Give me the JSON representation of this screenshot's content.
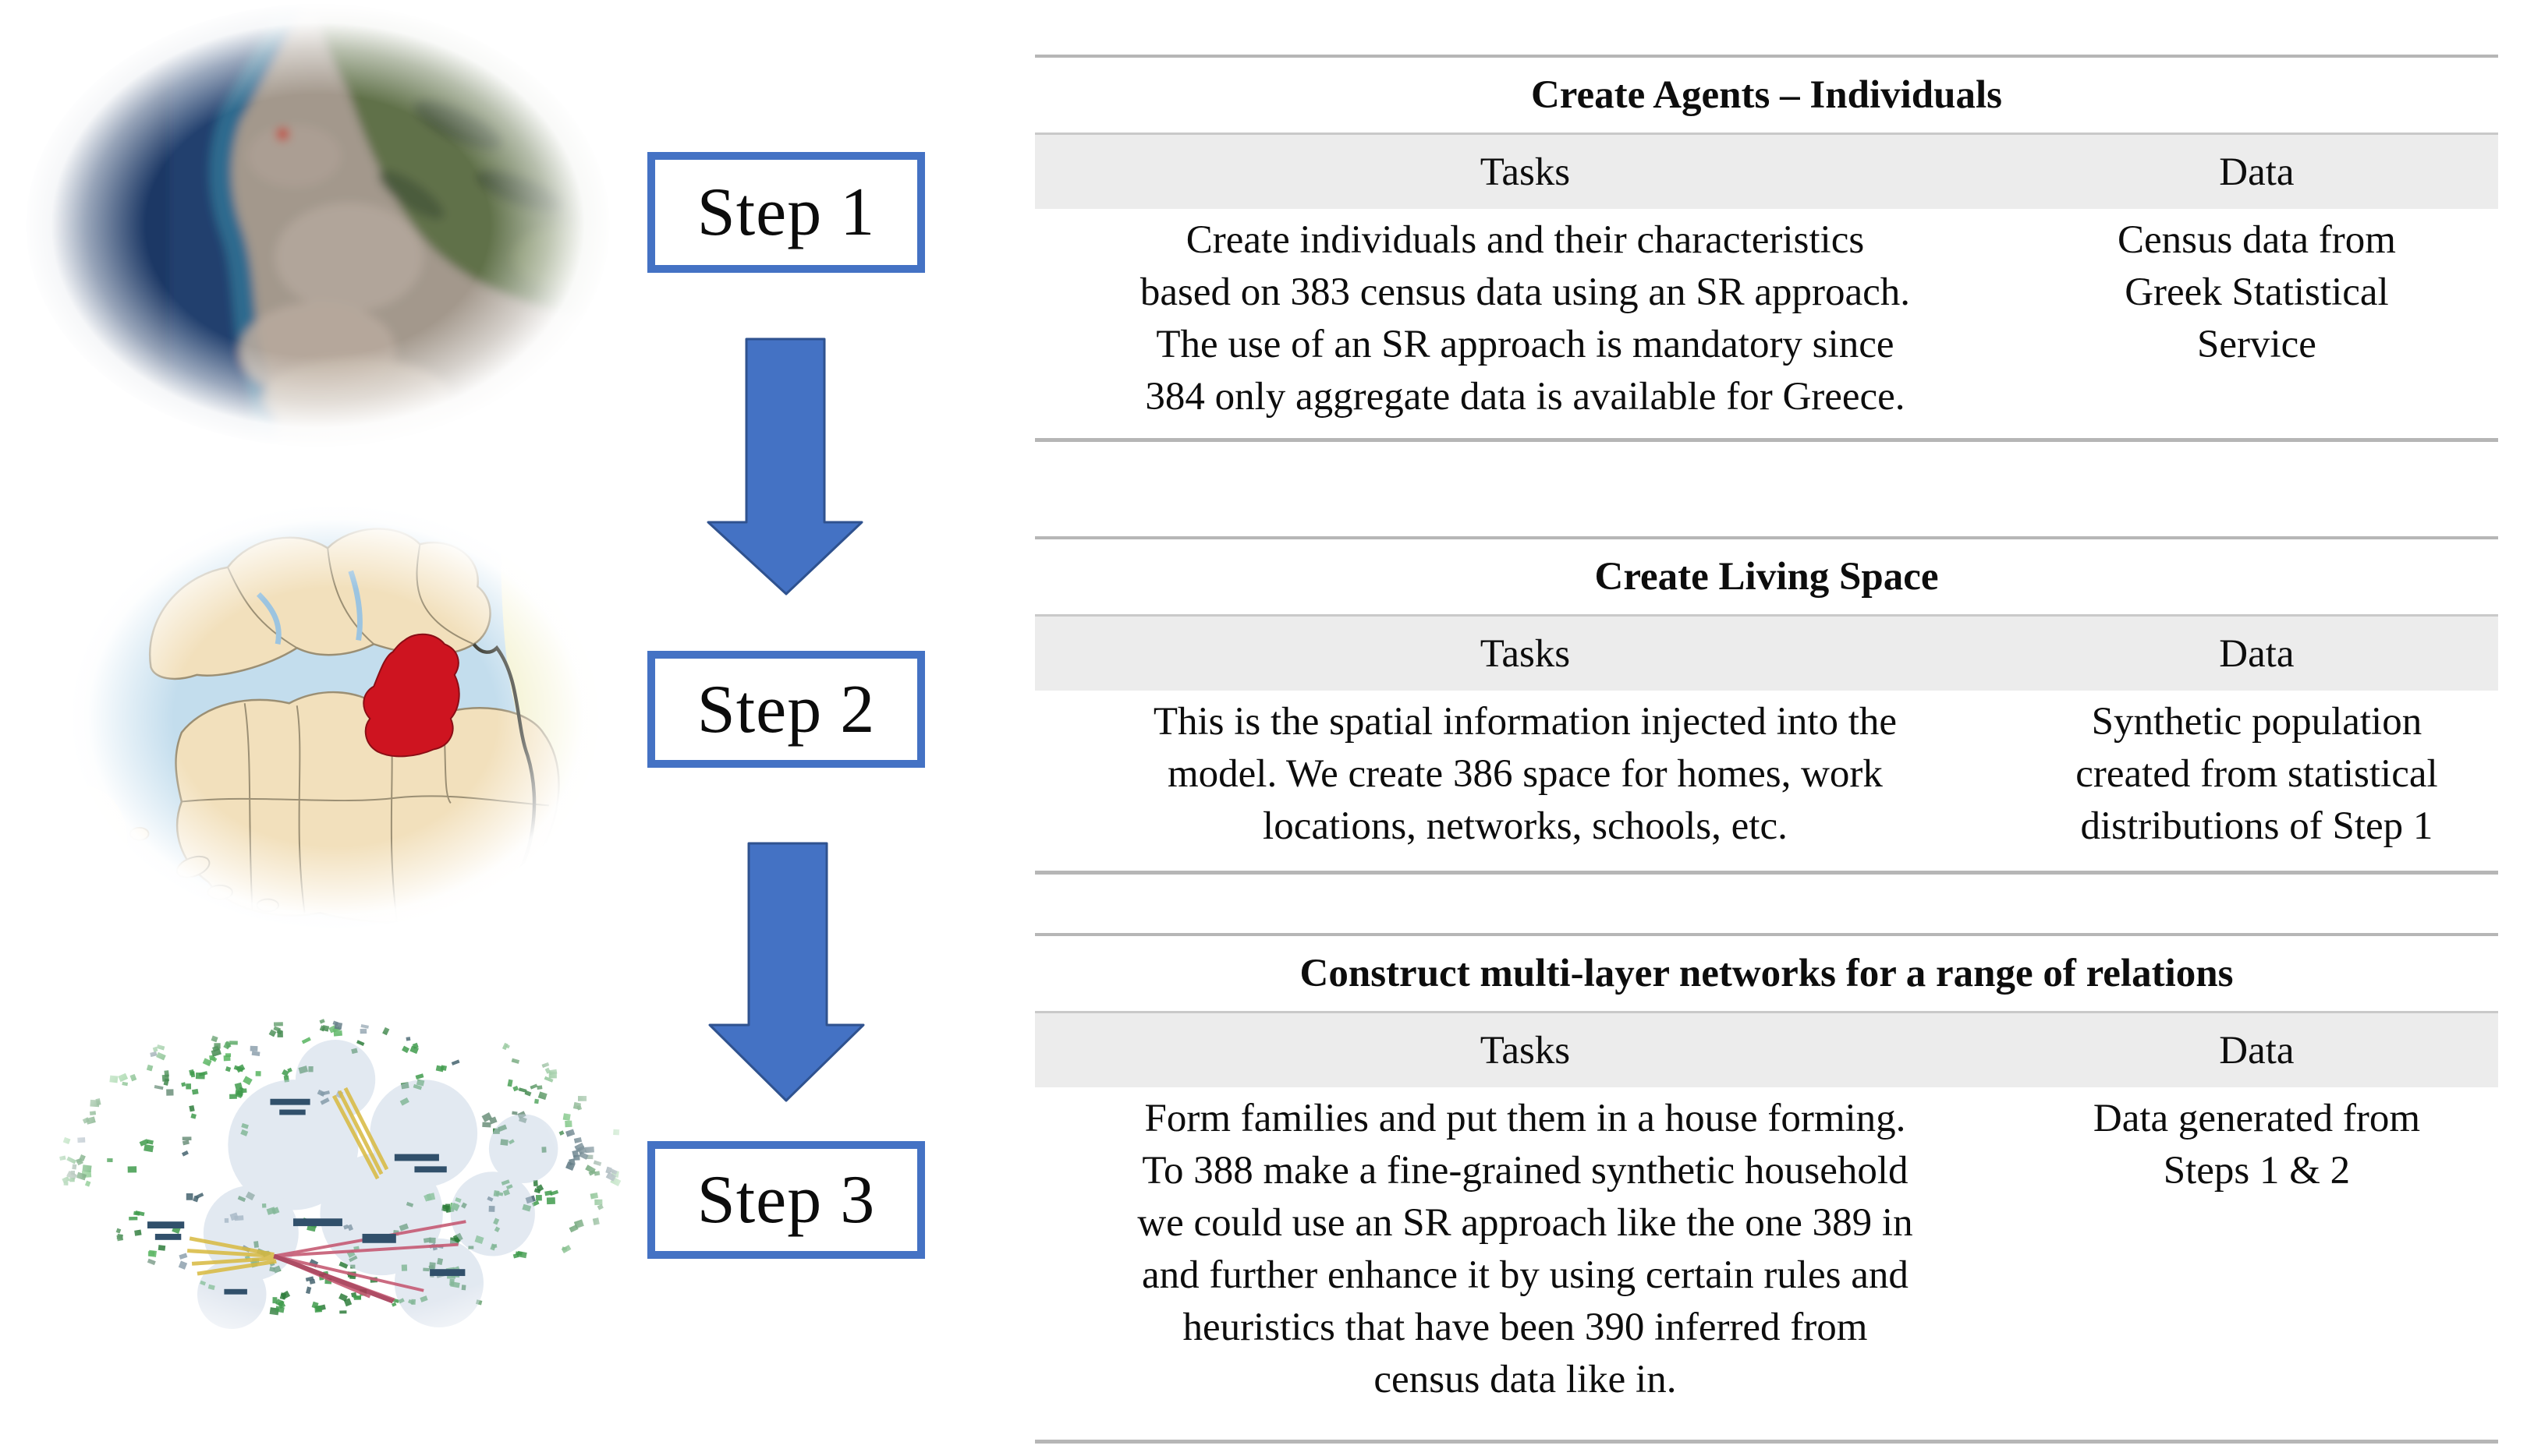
{
  "figure": {
    "steps": [
      {
        "label": "Step 1"
      },
      {
        "label": "Step 2"
      },
      {
        "label": "Step 3"
      }
    ],
    "tables": [
      {
        "title": "Create Agents – Individuals",
        "tasks_header": "Tasks",
        "data_header": "Data",
        "tasks_text": "Create individuals and their characteristics\nbased on 383 census data using an SR approach.\nThe use of an SR approach is mandatory since\n384 only aggregate data is available for Greece.",
        "data_text": "Census data from\nGreek Statistical\nService"
      },
      {
        "title": "Create Living Space",
        "tasks_header": "Tasks",
        "data_header": "Data",
        "tasks_text": "This is the spatial information injected into the\nmodel. We create 386 space for homes, work\nlocations, networks, schools, etc.",
        "data_text": "Synthetic population\ncreated from statistical\ndistributions of Step 1"
      },
      {
        "title": "Construct multi-layer networks for a range of relations",
        "tasks_header": "Tasks",
        "data_header": "Data",
        "tasks_text": "Form families and put them in a house forming.\nTo 388 make a fine-grained synthetic household\nwe could use an SR approach like the one 389 in\nand further enhance it by using certain rules and\nheuristics that have been 390 inferred from\ncensus data like in.",
        "data_text": "Data generated from\nSteps 1 & 2"
      }
    ],
    "images": [
      {
        "name": "satellite-coastal-city"
      },
      {
        "name": "region-map-red-highlight"
      },
      {
        "name": "multilayer-network-graph"
      }
    ],
    "colors": {
      "accent_blue": "#4472C4",
      "arrow_outline": "#2F528F",
      "header_band_gray": "#ECECEC",
      "table_line_gray": "#B6B6B6",
      "map_highlight_red": "#CE1420"
    }
  }
}
